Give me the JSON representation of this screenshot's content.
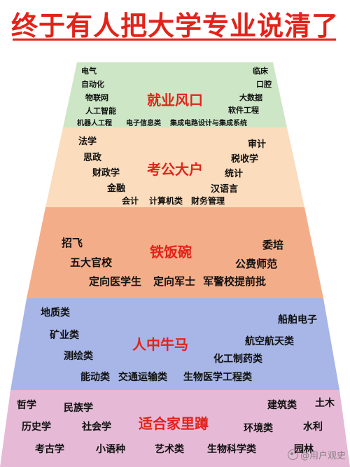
{
  "title": "终于有人把大学专业说清了",
  "colors": {
    "title": "#e2231a",
    "tier_label": "#e2231a",
    "tier1": "#cde7c6",
    "tier2": "#fbdcbd",
    "tier3": "#f4ad89",
    "tier4": "#a7b6e7",
    "tier5": "#e6bad6"
  },
  "tiers": [
    {
      "label": "就业风口",
      "items": [
        "电气",
        "自动化",
        "物联网",
        "人工智能",
        "机器人工程",
        "电子信息类",
        "集成电路设计与集成系统",
        "临床",
        "口腔",
        "大数据",
        "软件工程"
      ]
    },
    {
      "label": "考公大户",
      "items": [
        "法学",
        "思政",
        "财政学",
        "金融",
        "会计",
        "计算机类",
        "财务管理",
        "审计",
        "税收学",
        "统计",
        "汉语言"
      ]
    },
    {
      "label": "铁饭碗",
      "items": [
        "招飞",
        "五大官校",
        "定向医学生",
        "定向军士",
        "军警校提前批",
        "委培",
        "公费师范"
      ]
    },
    {
      "label": "人中牛马",
      "items": [
        "地质类",
        "矿业类",
        "测绘类",
        "能动类",
        "交通运输类",
        "生物医学工程类",
        "船舶电子",
        "航空航天类",
        "化工制药类"
      ]
    },
    {
      "label": "适合家里蹲",
      "items": [
        "哲学",
        "民族学",
        "历史学",
        "社会学",
        "考古学",
        "小语种",
        "艺术类",
        "生物科学类",
        "建筑类",
        "土木",
        "环境类",
        "水利",
        "园林"
      ]
    }
  ],
  "watermark": "@用户观史"
}
